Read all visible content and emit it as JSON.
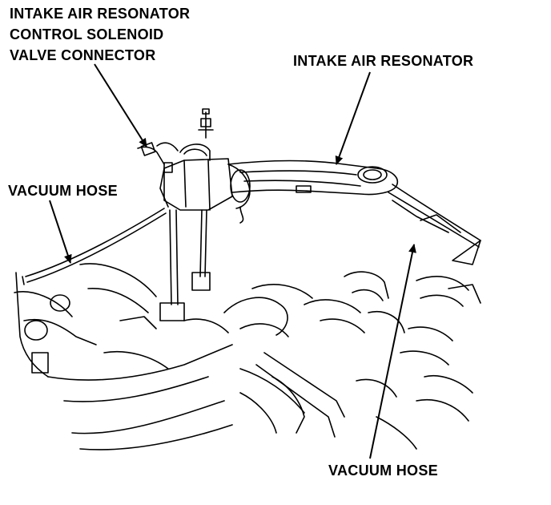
{
  "labels": {
    "solenoid_connector": [
      "INTAKE AIR RESONATOR",
      "CONTROL SOLENOID",
      "VALVE CONNECTOR"
    ],
    "intake_air_resonator": "INTAKE AIR RESONATOR",
    "vacuum_hose_left": "VACUUM HOSE",
    "vacuum_hose_bottom": "VACUUM HOSE"
  },
  "colors": {
    "ink": "#000000",
    "paper": "#ffffff"
  }
}
